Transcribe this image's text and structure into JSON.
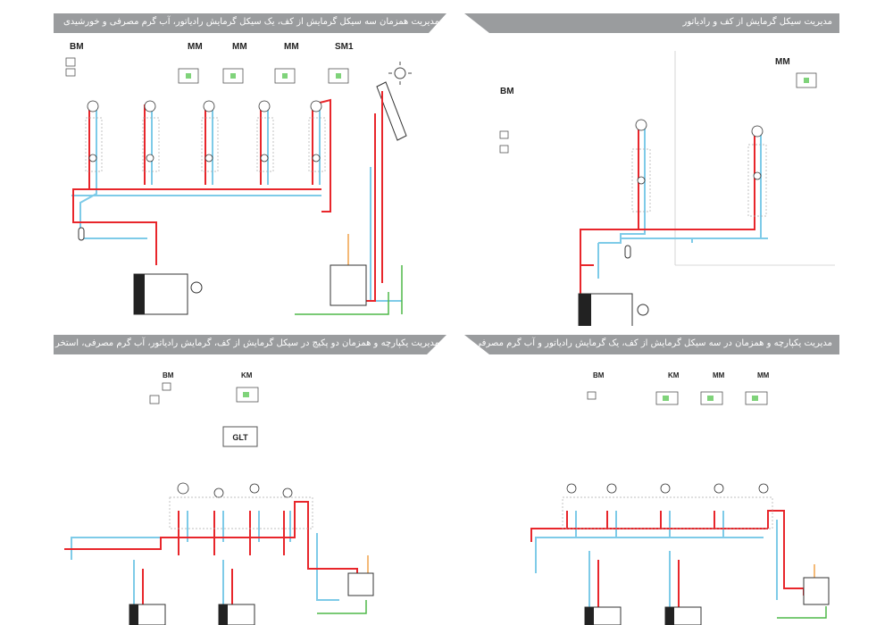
{
  "panels": {
    "top_left": {
      "title": "مدیریت همزمان سه سیکل گرمایش از کف، یک سیکل گرمایش رادیاتور، آب گرم مصرفی و خورشیدی",
      "modules": [
        "BM",
        "MM",
        "MM",
        "MM",
        "SM1"
      ]
    },
    "top_right": {
      "title": "مدیریت سیکل گرمایش از کف و رادیاتور",
      "modules": [
        "BM",
        "MM"
      ]
    },
    "bottom_left": {
      "title": "مدیریت یکپارچه و همزمان دو پکیج در سیکل گرمایش از کف، گرمایش رادیاتور، آب گرم مصرفی، استخر و جکوزی",
      "modules": [
        "BM",
        "KM"
      ],
      "glt": "GLT"
    },
    "bottom_right": {
      "title": "مدیریت یکپارچه و همزمان در سه سیکل گرمایش از کف، یک گرمایش رادیاتور و آب گرم مصرفی",
      "modules": [
        "BM",
        "KM",
        "MM",
        "MM"
      ]
    }
  },
  "colors": {
    "header_bg": "#9a9c9e",
    "supply_pipe": "#e8262b",
    "return_pipe": "#7ecbe8",
    "cold_water": "#4fb848",
    "hot_water": "#f0a24a",
    "lines": "#2a2a2a"
  },
  "icons": [
    "module-box-icon",
    "pump-icon",
    "valve-icon",
    "boiler-icon",
    "sun-icon",
    "solar-collector-icon",
    "expansion-tank-icon",
    "storage-tank-icon"
  ]
}
